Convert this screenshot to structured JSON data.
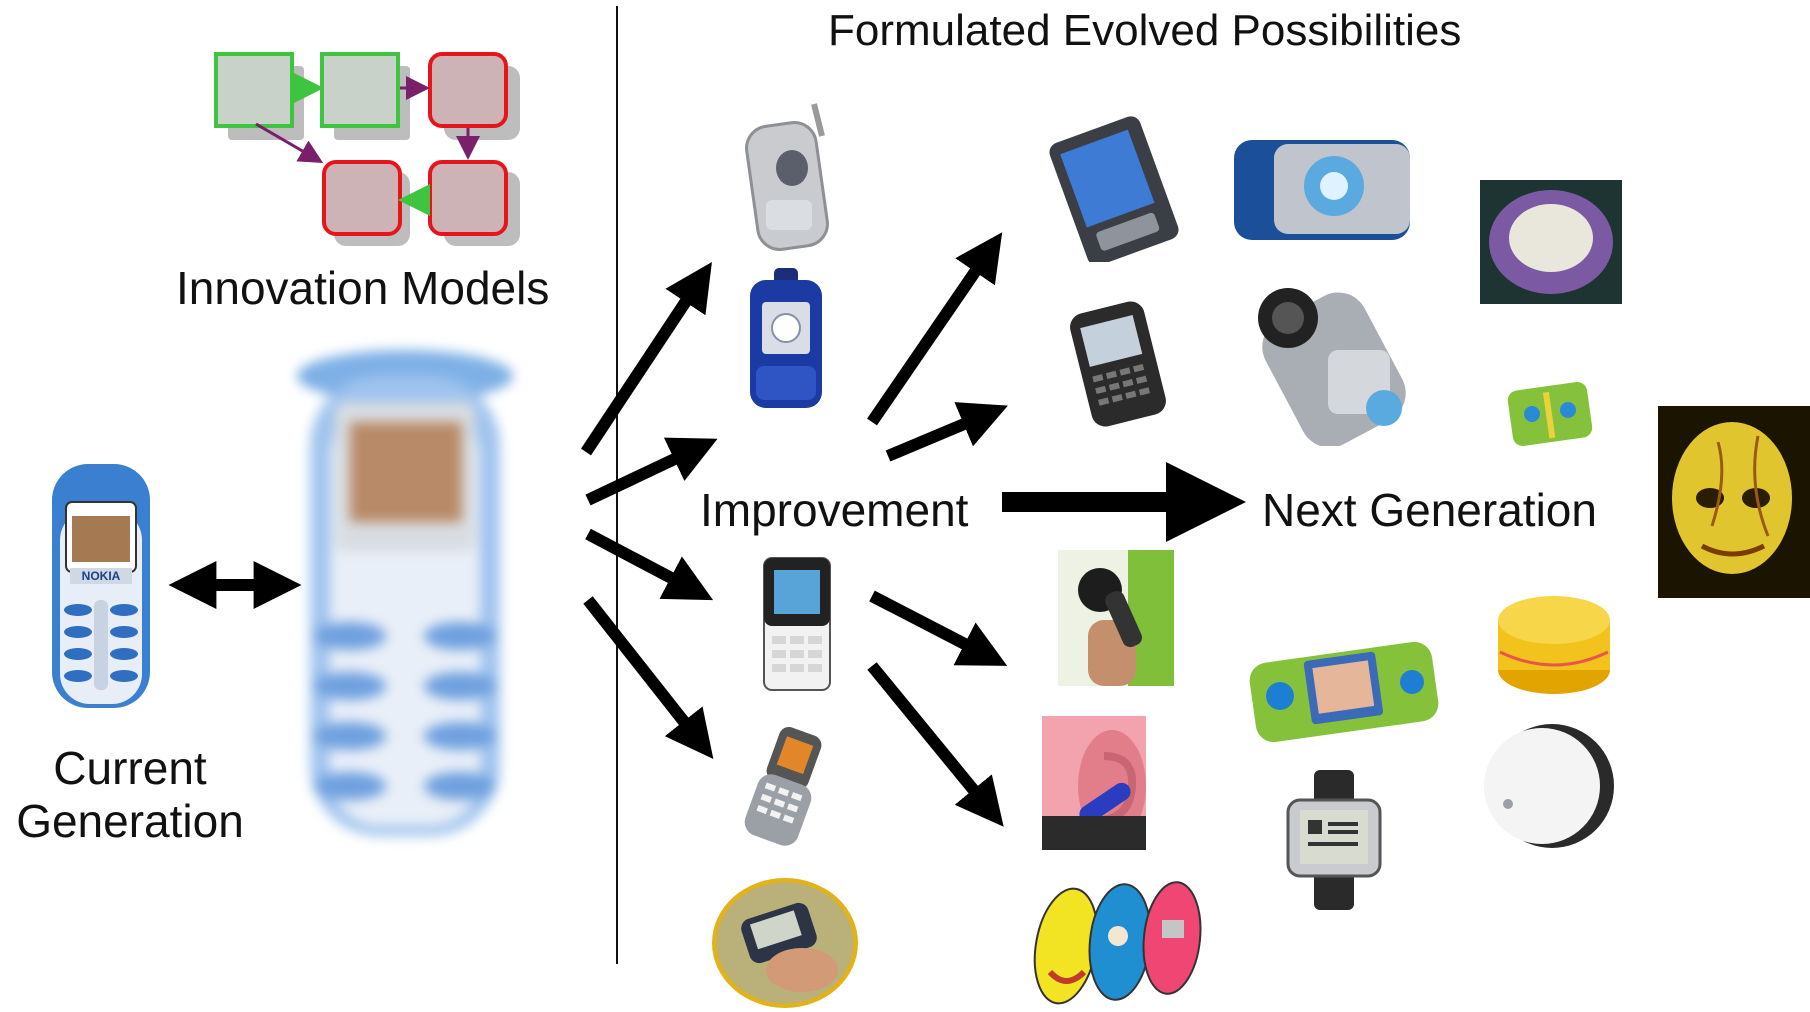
{
  "title": "Formulated Evolved Possibilities",
  "innovation_label": "Innovation Models",
  "current_label_line1": "Current",
  "current_label_line2": "Generation",
  "improvement_label": "Improvement",
  "next_label": "Next Generation",
  "colors": {
    "green_box": "#3fc43f",
    "red_box": "#e8141c",
    "connector": "#7a1f6a",
    "arrow": "#000000",
    "nokia_blue": "#3b7fd1"
  },
  "icons": {
    "current_phone": "nokia-phone-icon",
    "blurred_phone": "blurred-phone-icon",
    "improvement_items": [
      "flip-phone-silver-icon",
      "flip-phone-blue-icon",
      "candybar-phone-icon",
      "keypad-flip-phone-icon",
      "hand-phone-photo-icon"
    ],
    "evolved_items": [
      "pda-icon",
      "blackberry-icon",
      "hand-camera-photo-icon",
      "bluetooth-headset-icon",
      "colorful-phones-icon"
    ],
    "next_items": [
      "projector-device-icon",
      "camcorder-icon",
      "game-console-icon",
      "smart-watch-icon",
      "purple-bowl-icon",
      "mini-console-icon",
      "yellow-sponge-icon",
      "white-speaker-icon",
      "glowing-head-icon"
    ]
  }
}
